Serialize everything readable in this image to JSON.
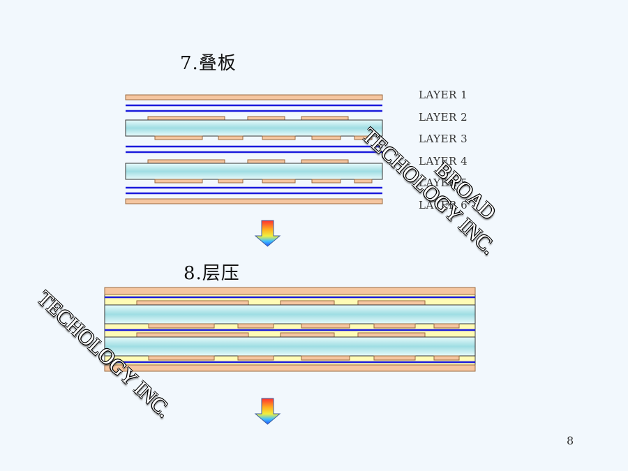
{
  "step1": {
    "title": "7.叠板"
  },
  "step2": {
    "title": "8.层压"
  },
  "layers": [
    "LAYER 1",
    "LAYER 2",
    "LAYER 3",
    "LAYER 4",
    "LAYER 5",
    "LAYER 6"
  ],
  "watermark": {
    "line1": "BROAD",
    "line2": "TECHOLOGY INC."
  },
  "page_number": "8",
  "colors": {
    "copper": "#f5c6a0",
    "core": "#b5e6ea",
    "prepreg_line": "#1a1adc",
    "pressed_fill": "#fffbb5"
  }
}
